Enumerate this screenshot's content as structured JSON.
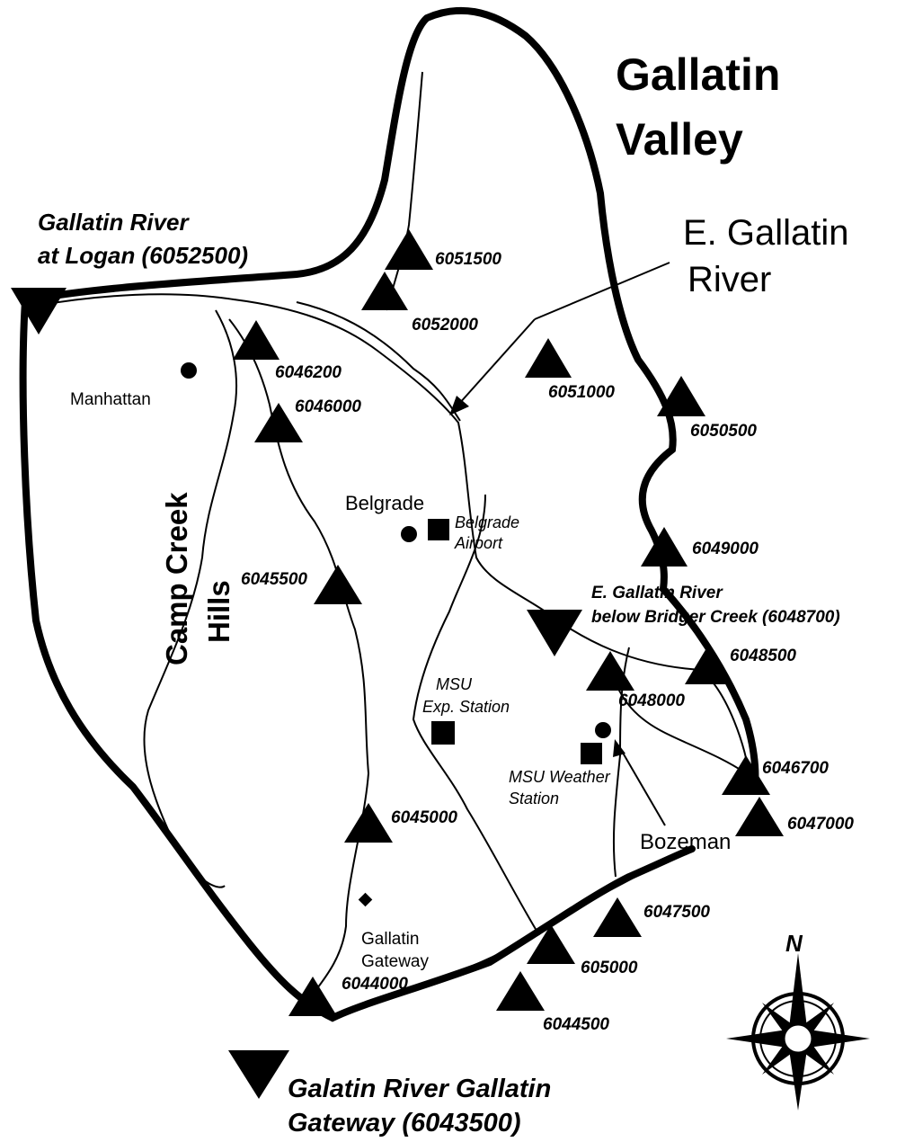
{
  "title": [
    "Gallatin",
    "Valley"
  ],
  "outlets": {
    "logan": [
      "Gallatin River",
      "at Logan (6052500)"
    ],
    "gateway": [
      "Galatin River Gallatin",
      "Gateway (6043500)"
    ]
  },
  "east_gallatin": [
    "E. Gallatin",
    "River"
  ],
  "bridger_creek": [
    "E. Gallatin River",
    "below Bridger Creek (6048700)"
  ],
  "hills": [
    "Camp Creek",
    "Hills"
  ],
  "towns": {
    "manhattan": "Manhattan",
    "belgrade": "Belgrade",
    "bozeman": "Bozeman",
    "gallatin_gateway": [
      "Gallatin",
      "Gateway"
    ]
  },
  "stations": {
    "belgrade_airport": [
      "Belgrade",
      "Airport"
    ],
    "msu_exp": [
      "MSU",
      "Exp. Station"
    ],
    "msu_weather": [
      "MSU Weather",
      "Station"
    ]
  },
  "gauges": {
    "g6051500": "6051500",
    "g6052000": "6052000",
    "g6046200": "6046200",
    "g6046000": "6046000",
    "g6051000": "6051000",
    "g6050500": "6050500",
    "g6049000": "6049000",
    "g6045500": "6045500",
    "g6048500": "6048500",
    "g6048000": "6048000",
    "g6046700": "6046700",
    "g6047000": "6047000",
    "g6045000": "6045000",
    "g6047500": "6047500",
    "g605000": "605000",
    "g6044000": "6044000",
    "g6044500": "6044500"
  },
  "compass": {
    "north": "N"
  },
  "colors": {
    "ink": "#000000",
    "paper": "#ffffff"
  }
}
